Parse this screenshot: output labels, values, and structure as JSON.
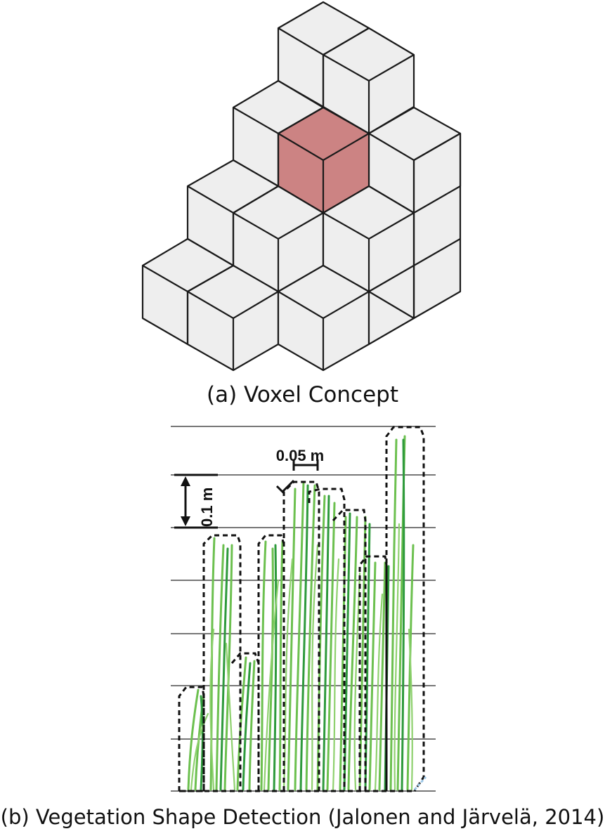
{
  "panel_a": {
    "caption": "(a) Voxel Concept",
    "colors": {
      "voxel_face": "#eeeeee",
      "voxel_edge": "#1a1a1a",
      "highlight_face": "#cc8383"
    }
  },
  "panel_b": {
    "caption": "(b) Vegetation Shape Detection (Jalonen and Järvelä, 2014)",
    "width_label": "0.05 m",
    "height_label": "0.1 m",
    "colors": {
      "grid_line": "#777777",
      "voxel_outline": "#111111",
      "vegetation": "#5cb84a",
      "vegetation_dark": "#2e9a3c"
    }
  }
}
